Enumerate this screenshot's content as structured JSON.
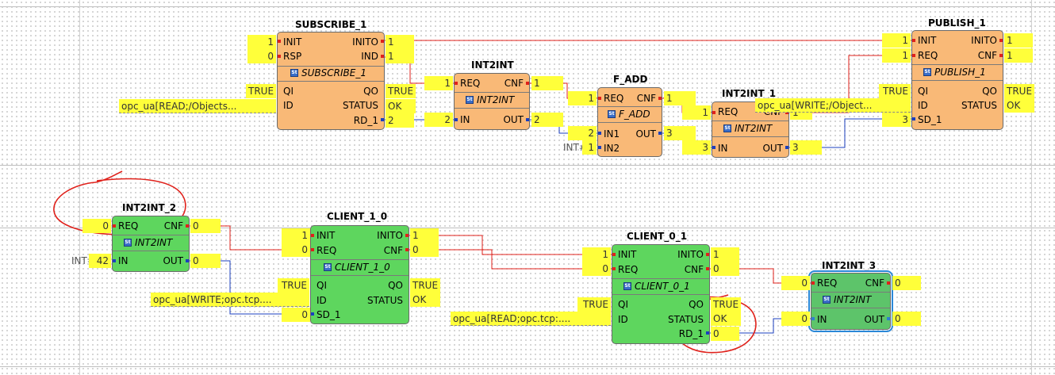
{
  "blocks": {
    "subscribe_1": {
      "name": "SUBSCRIBE_1",
      "type": "SUBSCRIBE_1",
      "ev_in": [
        "INIT",
        "RSP"
      ],
      "ev_out": [
        "INITO",
        "IND"
      ],
      "dt_in": [
        "QI",
        "ID"
      ],
      "dt_out": [
        "QO",
        "STATUS",
        "RD_1"
      ]
    },
    "int2int": {
      "name": "INT2INT",
      "type": "INT2INT",
      "ev_in": [
        "REQ"
      ],
      "ev_out": [
        "CNF"
      ],
      "dt_in": [
        "IN"
      ],
      "dt_out": [
        "OUT"
      ]
    },
    "f_add": {
      "name": "F_ADD",
      "type": "F_ADD",
      "ev_in": [
        "REQ"
      ],
      "ev_out": [
        "CNF"
      ],
      "dt_in": [
        "IN1",
        "IN2"
      ],
      "dt_out": [
        "OUT"
      ]
    },
    "int2int_1": {
      "name": "INT2INT_1",
      "type": "INT2INT",
      "ev_in": [
        "REQ"
      ],
      "ev_out": [
        "CNF"
      ],
      "dt_in": [
        "IN"
      ],
      "dt_out": [
        "OUT"
      ]
    },
    "publish_1": {
      "name": "PUBLISH_1",
      "type": "PUBLISH_1",
      "ev_in": [
        "INIT",
        "REQ"
      ],
      "ev_out": [
        "INITO",
        "CNF"
      ],
      "dt_in": [
        "QI",
        "ID",
        "SD_1"
      ],
      "dt_out": [
        "QO",
        "STATUS"
      ]
    },
    "int2int_2": {
      "name": "INT2INT_2",
      "type": "INT2INT",
      "ev_in": [
        "REQ"
      ],
      "ev_out": [
        "CNF"
      ],
      "dt_in": [
        "IN"
      ],
      "dt_out": [
        "OUT"
      ]
    },
    "client_1_0": {
      "name": "CLIENT_1_0",
      "type": "CLIENT_1_0",
      "ev_in": [
        "INIT",
        "REQ"
      ],
      "ev_out": [
        "INITO",
        "CNF"
      ],
      "dt_in": [
        "QI",
        "ID",
        "SD_1"
      ],
      "dt_out": [
        "QO",
        "STATUS"
      ]
    },
    "client_0_1": {
      "name": "CLIENT_0_1",
      "type": "CLIENT_0_1",
      "ev_in": [
        "INIT",
        "REQ"
      ],
      "ev_out": [
        "INITO",
        "CNF"
      ],
      "dt_in": [
        "QI",
        "ID"
      ],
      "dt_out": [
        "QO",
        "STATUS",
        "RD_1"
      ]
    },
    "int2int_3": {
      "name": "INT2INT_3",
      "type": "INT2INT",
      "ev_in": [
        "REQ"
      ],
      "ev_out": [
        "CNF"
      ],
      "dt_in": [
        "IN"
      ],
      "dt_out": [
        "OUT"
      ]
    }
  },
  "watches": {
    "sub_init": "1",
    "sub_rsp": "0",
    "sub_inito": "1",
    "sub_ind": "1",
    "sub_qi": "TRUE",
    "sub_id": "opc_ua[READ;/Objects...",
    "sub_qo": "TRUE",
    "sub_status": "OK",
    "sub_rd1": "2",
    "i2i_req": "1",
    "i2i_cnf": "1",
    "i2i_in": "2",
    "i2i_out": "2",
    "fadd_req": "1",
    "fadd_cnf": "1",
    "fadd_in1": "2",
    "fadd_in2": "1",
    "fadd_in2_const": "INT#1",
    "fadd_out": "3",
    "i2i1_req": "1",
    "i2i1_cnf": "1",
    "i2i1_in": "3",
    "i2i1_out": "3",
    "pub_init": "1",
    "pub_req": "1",
    "pub_inito": "1",
    "pub_cnf": "1",
    "pub_qi": "TRUE",
    "pub_id": "opc_ua[WRITE;/Object...",
    "pub_qo": "TRUE",
    "pub_status": "OK",
    "pub_sd1": "3",
    "i2i2_req": "0",
    "i2i2_cnf": "0",
    "i2i2_in": "42",
    "i2i2_in_const": "INT#42",
    "i2i2_out": "0",
    "c10_init": "1",
    "c10_req": "0",
    "c10_inito": "1",
    "c10_cnf": "0",
    "c10_qi": "TRUE",
    "c10_id": "opc_ua[WRITE;opc.tcp....",
    "c10_qo": "TRUE",
    "c10_status": "OK",
    "c10_sd1": "0",
    "c01_init": "1",
    "c01_req": "0",
    "c01_inito": "1",
    "c01_cnf": "0",
    "c01_qi": "TRUE",
    "c01_id": "opc_ua[READ;opc.tcp:....",
    "c01_qo": "TRUE",
    "c01_status": "OK",
    "c01_rd1": "0",
    "i2i3_req": "0",
    "i2i3_cnf": "0",
    "i2i3_in": "0",
    "i2i3_out": "0"
  },
  "icons": {
    "block_type_icon": "structured-text-icon",
    "block_type_glyph": "St"
  },
  "colors": {
    "event_wire": "#e0211b",
    "data_wire": "#1b3fbf",
    "orange_block": "#f9b977",
    "green_block": "#5ed65e",
    "watch": "#ffff3a",
    "annotation": "#e0211b"
  }
}
